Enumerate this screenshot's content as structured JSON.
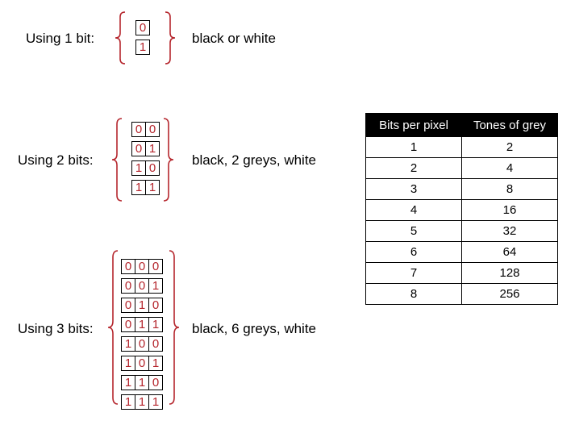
{
  "groups": [
    {
      "label": "Using 1 bit:",
      "description": "black or white",
      "codes": [
        [
          "0"
        ],
        [
          "1"
        ]
      ]
    },
    {
      "label": "Using 2 bits:",
      "description": "black, 2 greys, white",
      "codes": [
        [
          "0",
          "0"
        ],
        [
          "0",
          "1"
        ],
        [
          "1",
          "0"
        ],
        [
          "1",
          "1"
        ]
      ]
    },
    {
      "label": "Using 3 bits:",
      "description": "black, 6 greys, white",
      "codes": [
        [
          "0",
          "0",
          "0"
        ],
        [
          "0",
          "0",
          "1"
        ],
        [
          "0",
          "1",
          "0"
        ],
        [
          "0",
          "1",
          "1"
        ],
        [
          "1",
          "0",
          "0"
        ],
        [
          "1",
          "0",
          "1"
        ],
        [
          "1",
          "1",
          "0"
        ],
        [
          "1",
          "1",
          "1"
        ]
      ]
    }
  ],
  "table": {
    "headers": [
      "Bits per pixel",
      "Tones of grey"
    ],
    "rows": [
      [
        "1",
        "2"
      ],
      [
        "2",
        "4"
      ],
      [
        "3",
        "8"
      ],
      [
        "4",
        "16"
      ],
      [
        "5",
        "32"
      ],
      [
        "6",
        "64"
      ],
      [
        "7",
        "128"
      ],
      [
        "8",
        "256"
      ]
    ]
  },
  "colors": {
    "brace": "#b5262d",
    "bit_text": "#b5262d",
    "header_bg": "#000000",
    "header_text": "#ffffff"
  }
}
